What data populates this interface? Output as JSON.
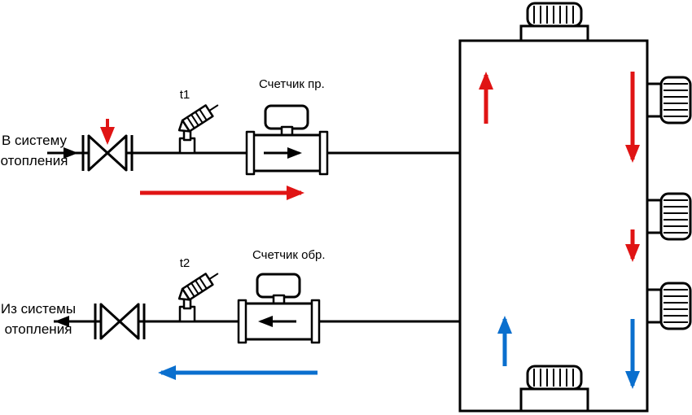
{
  "diagram": {
    "colors": {
      "line": "#000000",
      "supply": "#e01414",
      "return": "#0a6fce",
      "background": "#ffffff"
    },
    "labels": {
      "supply_caption_line1": "В систему",
      "supply_caption_line2": "отопления",
      "return_caption_line1": "Из системы",
      "return_caption_line2": "отопления",
      "supply_sensor": "t1",
      "return_sensor": "t2",
      "supply_meter": "Счетчик пр.",
      "return_meter": "Счетчик обр."
    },
    "components": {
      "valves": 2,
      "temperature_sensors": 2,
      "flow_meters": 2,
      "radiators": 5
    },
    "flow_arrows": [
      {
        "name": "supply-inlet-arrow",
        "color": "black",
        "direction": "right"
      },
      {
        "name": "supply-valve-arrow",
        "color": "red",
        "direction": "down"
      },
      {
        "name": "supply-line-arrow",
        "color": "red",
        "direction": "right"
      },
      {
        "name": "riser-supply-up-arrow",
        "color": "red",
        "direction": "up"
      },
      {
        "name": "riser-top-branch-down-arrow",
        "color": "red",
        "direction": "down"
      },
      {
        "name": "riser-middle-branch-down-arrow",
        "color": "red",
        "direction": "down"
      },
      {
        "name": "return-riser-up-arrow",
        "color": "blue",
        "direction": "up"
      },
      {
        "name": "return-riser-down-arrow",
        "color": "blue",
        "direction": "down"
      },
      {
        "name": "return-line-arrow",
        "color": "blue",
        "direction": "left"
      },
      {
        "name": "return-outlet-arrow",
        "color": "black",
        "direction": "left"
      }
    ]
  }
}
